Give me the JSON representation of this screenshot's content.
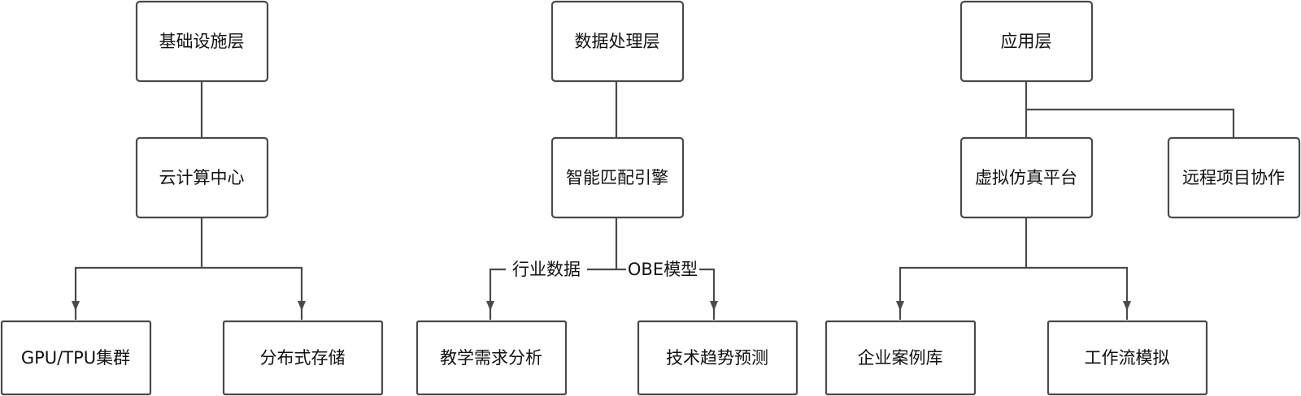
{
  "nodes": {
    "infra": "基础设施层",
    "cloud": "云计算中心",
    "gpu": "GPU/TPU集群",
    "storage": "分布式存储",
    "data": "数据处理层",
    "engine": "智能匹配引擎",
    "teaching": "教学需求分析",
    "trend": "技术趋势预测",
    "app": "应用层",
    "sim": "虚拟仿真平台",
    "remote": "远程项目协作",
    "cases": "企业案例库",
    "workflow": "工作流模拟"
  },
  "edge_labels": {
    "industry_data": "行业数据",
    "obe_model": "OBE模型"
  },
  "colors": {
    "stroke": "#4a4a4a",
    "text": "#111111",
    "background": "#ffffff"
  }
}
